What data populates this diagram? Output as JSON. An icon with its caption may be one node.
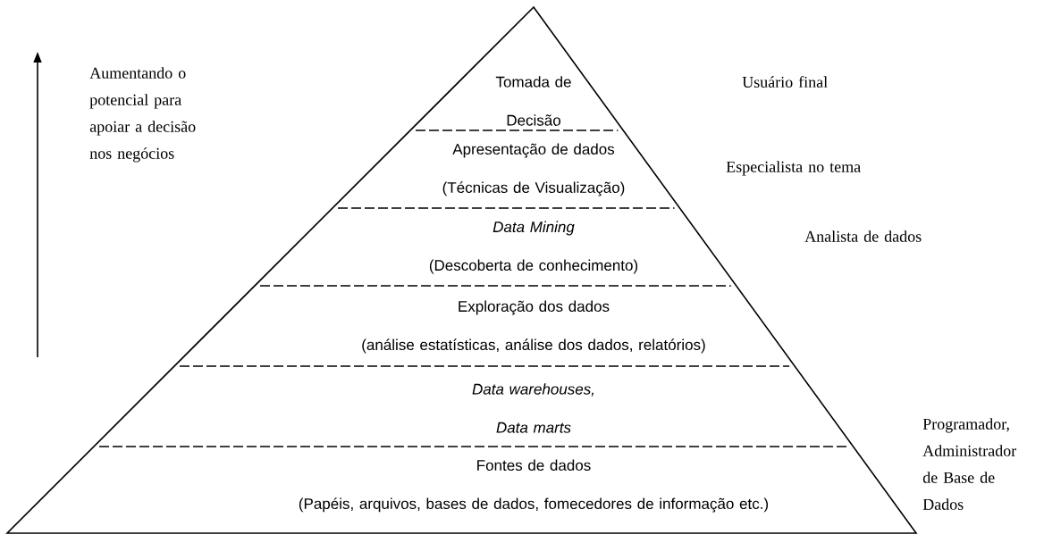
{
  "diagram": {
    "nodes": [
      {
        "text": [
          "Tomada de Decisão"
        ]
      },
      {
        "text": [
          "Apresentação de dados",
          "(Técnicas de Visualização)"
        ]
      },
      {
        "text": [
          "Data Mining",
          "(Descoberta de conhecimento)"
        ]
      },
      {
        "text": [
          "Exploração dos dados",
          "(análise estatísticas, análise dos dados, relatórios)"
        ]
      },
      {
        "text": [
          "Data warehouses, Data marts"
        ]
      },
      {
        "text": [
          "Fontes de dados",
          "(Papéis, arquivos, bases de dados, fomecedores de informação etc.)"
        ]
      }
    ],
    "edges": [],
    "labels": [
      "Aumentando o potencial para apoiar a decisão nos negócios",
      "Usuário final",
      "Especialista no tema",
      "Analista de dados",
      "Programador, Administrador de Base de Dados"
    ]
  }
}
